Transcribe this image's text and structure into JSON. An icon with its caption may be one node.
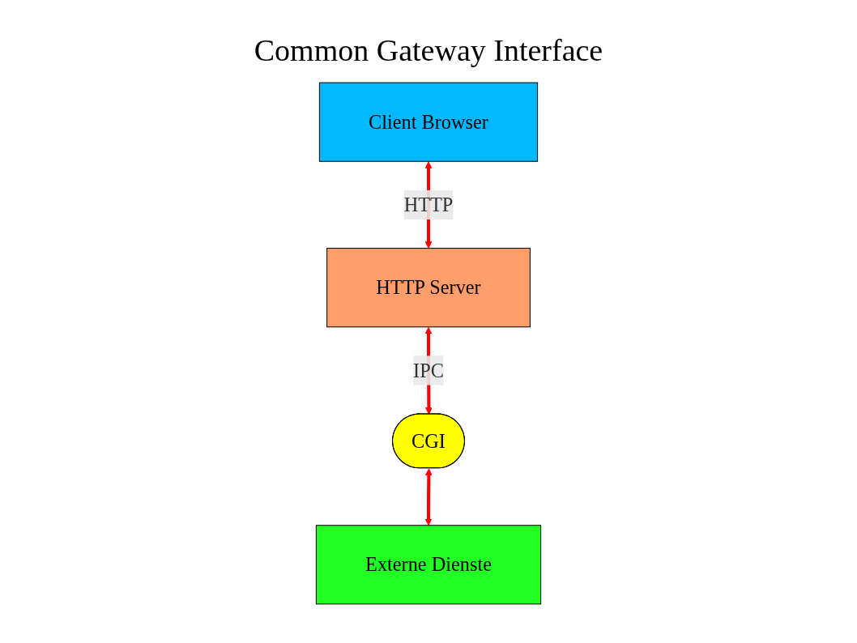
{
  "diagram": {
    "title": "Common Gateway Interface",
    "nodes": [
      {
        "text": [
          "Client Browser"
        ]
      },
      {
        "text": [
          "HTTP Server"
        ]
      },
      {
        "text": [
          "CGI"
        ]
      },
      {
        "text": [
          "Externe Dienste"
        ]
      }
    ],
    "edges": [
      {
        "from": 0,
        "to": 1,
        "arrow": "both",
        "label": "HTTP"
      },
      {
        "from": 1,
        "to": 2,
        "arrow": "both",
        "label": "IPC"
      },
      {
        "from": 2,
        "to": 3,
        "arrow": "both"
      }
    ]
  }
}
